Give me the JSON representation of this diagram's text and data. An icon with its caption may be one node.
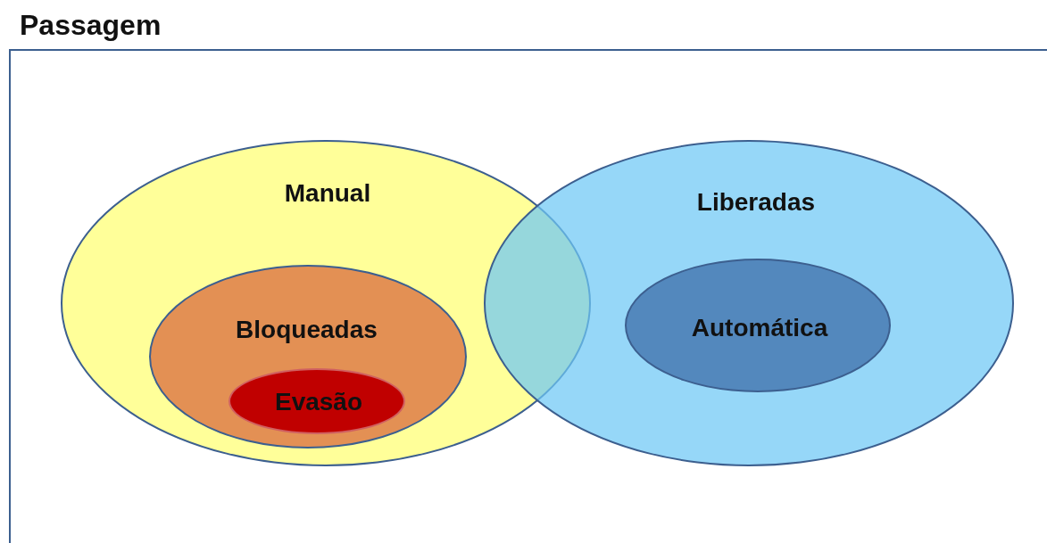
{
  "diagram": {
    "nodes": [
      {
        "text": [
          "Passagem"
        ]
      },
      {
        "text": [
          "Manual"
        ],
        "in": 0
      },
      {
        "text": [
          "Bloqueadas"
        ],
        "in": 1
      },
      {
        "text": [
          "Evasão"
        ],
        "in": 2
      },
      {
        "text": [
          "Liberadas"
        ],
        "in": 0
      },
      {
        "text": [
          "Automática"
        ],
        "in": 4
      }
    ]
  }
}
